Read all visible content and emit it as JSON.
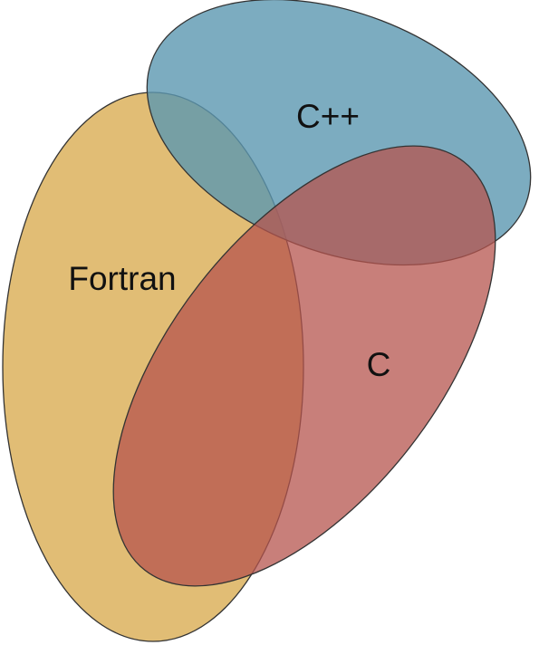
{
  "diagram": {
    "type": "venn",
    "sets": [
      {
        "id": "fortran",
        "label": "Fortran",
        "color": "#d9ad52",
        "opacity": 0.8
      },
      {
        "id": "cpp",
        "label": "C++",
        "color": "#5b97b0",
        "opacity": 0.8
      },
      {
        "id": "c",
        "label": "C",
        "color": "#b5544e",
        "opacity": 0.75
      }
    ]
  }
}
